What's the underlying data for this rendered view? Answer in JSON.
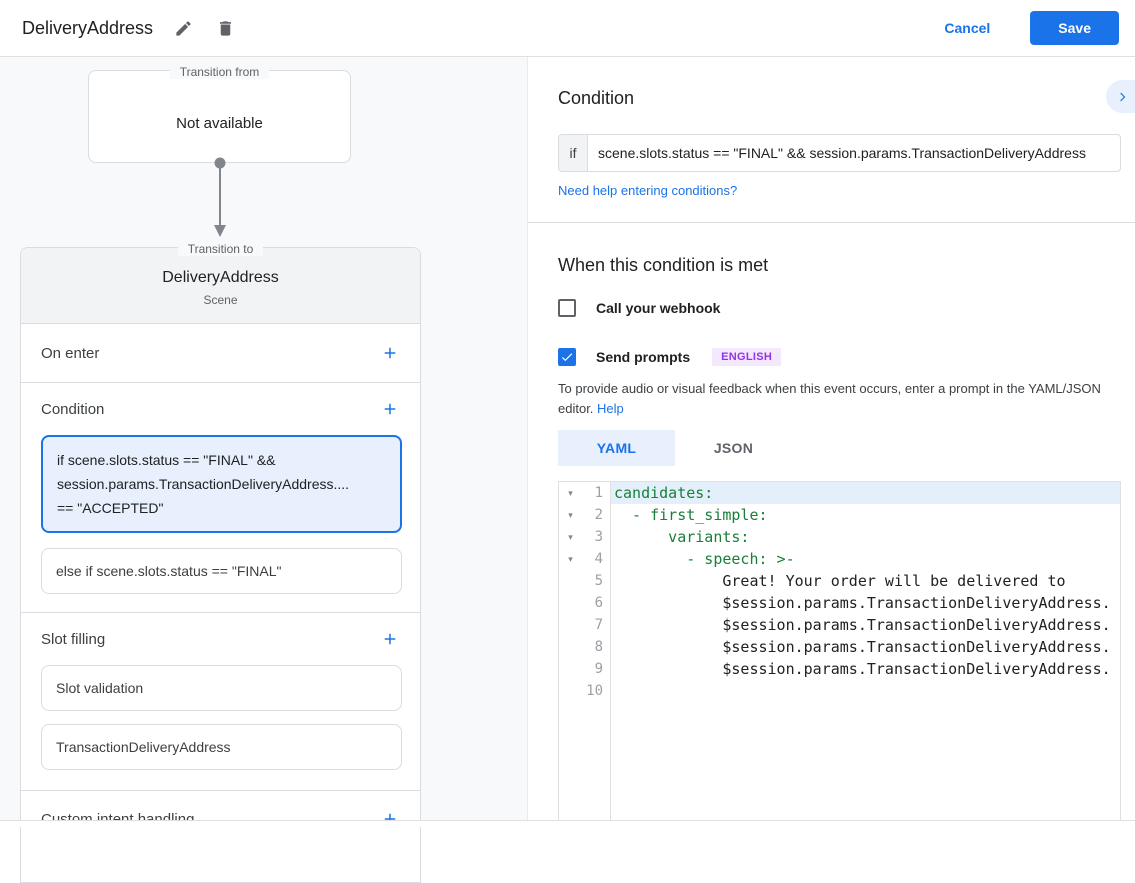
{
  "colors": {
    "accent_blue": "#1a73e8",
    "selected_card_bg": "#e8f0fe",
    "selected_card_border": "#1a73e8",
    "code_key_green": "#188038",
    "badge_purple_text": "#9334e6",
    "badge_purple_bg": "#f3e8fd",
    "panel_gray_bg": "#f8f9fa",
    "border_gray": "#dadce0"
  },
  "header": {
    "title": "DeliveryAddress",
    "cancel_label": "Cancel",
    "save_label": "Save"
  },
  "left": {
    "transition_from": {
      "legend": "Transition from",
      "value": "Not available"
    },
    "transition_to": {
      "legend": "Transition to",
      "name": "DeliveryAddress",
      "type": "Scene"
    },
    "on_enter_label": "On enter",
    "condition": {
      "label": "Condition",
      "selected_card": "if scene.slots.status == \"FINAL\" &&\nsession.params.TransactionDeliveryAddress....\n== \"ACCEPTED\"",
      "card2": "else if scene.slots.status == \"FINAL\""
    },
    "slot_filling": {
      "label": "Slot filling",
      "card1": "Slot validation",
      "card2": "TransactionDeliveryAddress"
    },
    "custom_intent_label": "Custom intent handling"
  },
  "right": {
    "condition_heading": "Condition",
    "if_label": "if",
    "if_value": "scene.slots.status == \"FINAL\" && session.params.TransactionDeliveryAddress",
    "help_conditions_link": "Need help entering conditions?",
    "when_heading": "When this condition is met",
    "webhook_label": "Call your webhook",
    "prompts_label": "Send prompts",
    "language_badge": "ENGLISH",
    "helper_text": "To provide audio or visual feedback when this event occurs, enter a prompt in the YAML/JSON editor.",
    "help_link": "Help",
    "tabs": {
      "yaml": "YAML",
      "json": "JSON"
    },
    "editor": {
      "lines": [
        {
          "n": "1",
          "fold": true,
          "hl": true,
          "green": true,
          "text": "candidates:"
        },
        {
          "n": "2",
          "fold": true,
          "hl": false,
          "green": true,
          "text": "  - first_simple:"
        },
        {
          "n": "3",
          "fold": true,
          "hl": false,
          "green": true,
          "text": "      variants:"
        },
        {
          "n": "4",
          "fold": true,
          "hl": false,
          "green": true,
          "text": "        - speech: >-"
        },
        {
          "n": "5",
          "fold": false,
          "hl": false,
          "green": false,
          "text": "            Great! Your order will be delivered to"
        },
        {
          "n": "6",
          "fold": false,
          "hl": false,
          "green": false,
          "text": "            $session.params.TransactionDeliveryAddress."
        },
        {
          "n": "7",
          "fold": false,
          "hl": false,
          "green": false,
          "text": "            $session.params.TransactionDeliveryAddress."
        },
        {
          "n": "8",
          "fold": false,
          "hl": false,
          "green": false,
          "text": "            $session.params.TransactionDeliveryAddress."
        },
        {
          "n": "9",
          "fold": false,
          "hl": false,
          "green": false,
          "text": "            $session.params.TransactionDeliveryAddress."
        },
        {
          "n": "10",
          "fold": false,
          "hl": false,
          "green": false,
          "text": ""
        }
      ]
    }
  }
}
